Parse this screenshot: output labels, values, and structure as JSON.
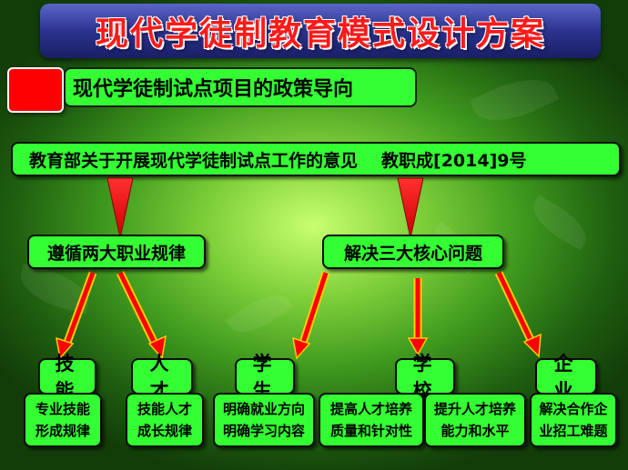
{
  "title": "现代学徒制教育模式设计方案",
  "subtitle": "现代学徒制试点项目的政策导向",
  "policy": {
    "document": "教育部关于开展现代学徒制试点工作的意见",
    "code": "教职成[2014]9号"
  },
  "branches": [
    {
      "label": "遵循两大职业规律"
    },
    {
      "label": "解决三大核心问题"
    }
  ],
  "categories": [
    {
      "label": "技 能",
      "desc": [
        "专业技能",
        "形成规律"
      ]
    },
    {
      "label": "人 才",
      "desc": [
        "技能人才",
        "成长规律"
      ]
    },
    {
      "label": "学 生",
      "desc": [
        "明确就业方向",
        "明确学习内容"
      ]
    },
    {
      "label": "学 校",
      "desc": [
        "提高人才培养",
        "质量和针对性"
      ],
      "desc2": [
        "提升人才培养",
        "能力和水平"
      ]
    },
    {
      "label": "企 业",
      "desc": [
        "解决合作企",
        "业招工难题"
      ]
    }
  ],
  "colors": {
    "box_fill": "#33ff33",
    "title_text": "#ff1a1a",
    "title_bar": "#2b338f",
    "arrow": "#ff0000",
    "arrow_outline": "#ffcc00",
    "marker": "#ff0000"
  }
}
